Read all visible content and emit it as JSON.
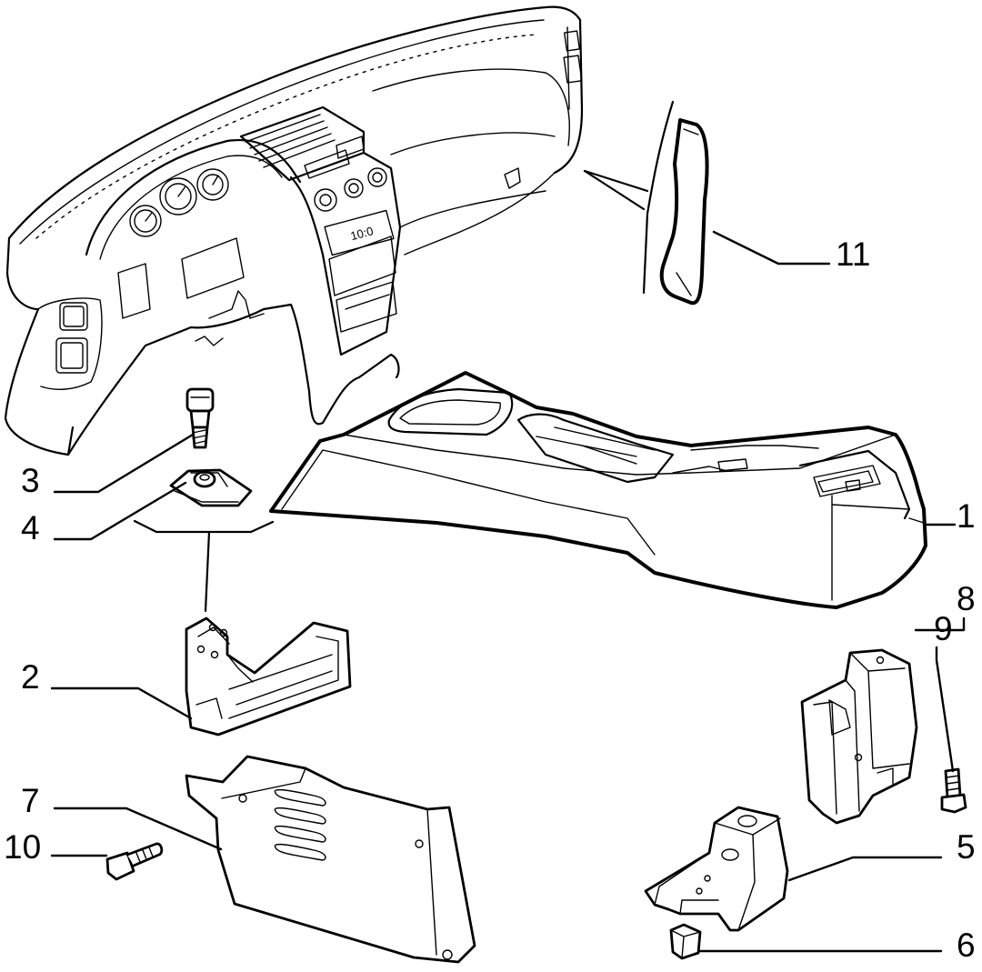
{
  "callouts": {
    "c1": "1",
    "c2": "2",
    "c3": "3",
    "c4": "4",
    "c5": "5",
    "c6": "6",
    "c7": "7",
    "c8": "8",
    "c9": "9",
    "c10": "10",
    "c11": "11"
  },
  "dashboard_display": {
    "clock_text": "10:0"
  },
  "colors": {
    "line": "#000000",
    "background": "#ffffff"
  }
}
